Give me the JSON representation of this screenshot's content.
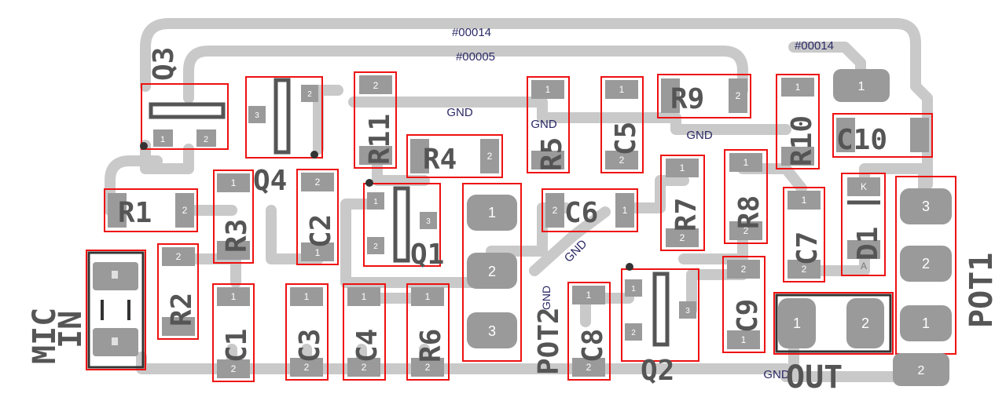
{
  "nets": {
    "top": "#00014",
    "mid": "#00005",
    "right": "#00014",
    "gnd1": "GND",
    "gnd2": "GND",
    "gnd3": "GND",
    "gnd4": "GND",
    "gnd5": "GND",
    "gnd6": "GND"
  },
  "components": {
    "Q3": {
      "label": "Q3",
      "p1": "1",
      "p2": "2"
    },
    "Q4": {
      "label": "Q4",
      "p2": "2",
      "p3": "3"
    },
    "R11": {
      "label": "R11",
      "p2": "2"
    },
    "R5": {
      "label": "R5",
      "p1": "1"
    },
    "C5": {
      "label": "C5",
      "p1": "1",
      "p2": "2"
    },
    "R9": {
      "label": "R9",
      "p2": "2"
    },
    "R10": {
      "label": "R10",
      "p1": "1"
    },
    "C10": {
      "label": "C10"
    },
    "R4": {
      "label": "R4",
      "p2": "2"
    },
    "R1": {
      "label": "R1",
      "p2": "2"
    },
    "R3": {
      "label": "R3",
      "p1": "1"
    },
    "C2": {
      "label": "C2",
      "p2": "2",
      "p1": "1"
    },
    "Q1": {
      "label": "Q1",
      "p1": "1",
      "p2": "2",
      "p3": "3"
    },
    "POT2": {
      "label": "POT2",
      "p1": "1",
      "p2": "2",
      "p3": "3"
    },
    "C6": {
      "label": "C6",
      "p2": "2",
      "p1": "1"
    },
    "R7": {
      "label": "R7",
      "p1": "1",
      "p2": "2"
    },
    "R8": {
      "label": "R8",
      "p1": "1",
      "p2": "2"
    },
    "C7": {
      "label": "C7",
      "p1": "1",
      "p2": "2"
    },
    "D1": {
      "label": "D1",
      "k": "K",
      "a": "A"
    },
    "POT1": {
      "label": "POT1",
      "p3": "3",
      "p2": "2",
      "p1": "1"
    },
    "MIC": {
      "label1": "MIC",
      "label2": "IN"
    },
    "R2": {
      "label": "R2",
      "p2": "2"
    },
    "C1": {
      "label": "C1",
      "p1": "1",
      "p2": "2"
    },
    "C3": {
      "label": "C3",
      "p1": "1",
      "p2": "2"
    },
    "C4": {
      "label": "C4",
      "p1": "1",
      "p2": "2"
    },
    "R6": {
      "label": "R6",
      "p1": "1",
      "p2": "2"
    },
    "C8": {
      "label": "C8",
      "p1": "1",
      "p2": "2"
    },
    "Q2": {
      "label": "Q2",
      "p1": "1",
      "p2": "2",
      "p3": "3"
    },
    "C9": {
      "label": "C9",
      "p2": "2",
      "p1": "1"
    },
    "OUT": {
      "label": "OUT",
      "p1": "1",
      "p2": "2"
    },
    "padTop": {
      "p1": "1"
    },
    "padBottom": {
      "p2": "2"
    }
  }
}
